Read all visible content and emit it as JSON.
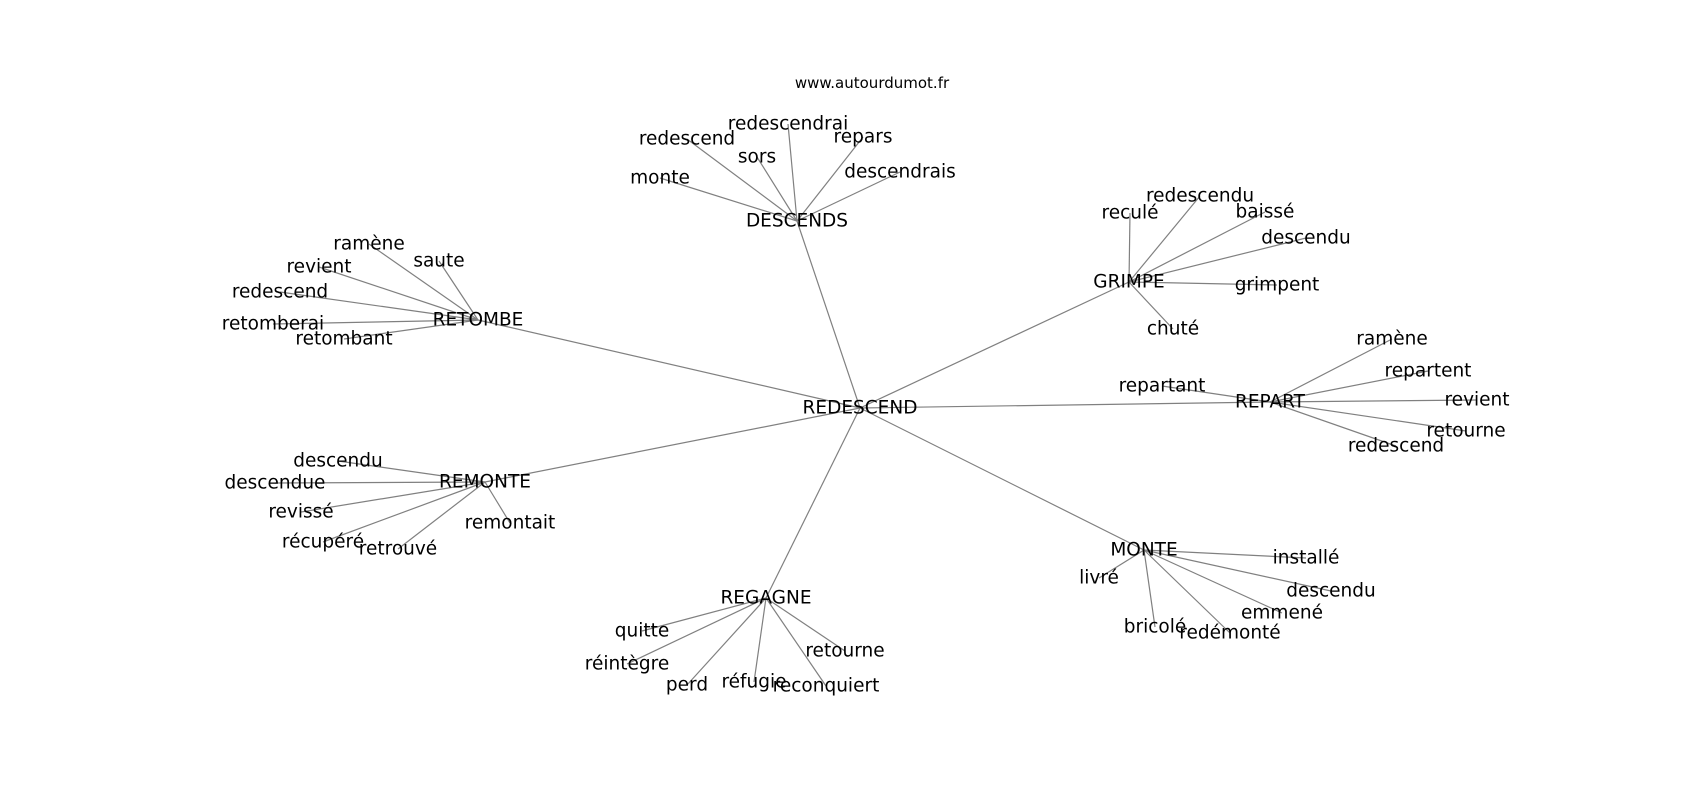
{
  "credit": "www.autourdumot.fr",
  "graph": {
    "center": "REDESCEND",
    "hubs": [
      {
        "label": "DESCENDS",
        "leaves": [
          "redescendrai",
          "redescend",
          "repars",
          "sors",
          "descendrais",
          "monte"
        ]
      },
      {
        "label": "GRIMPE",
        "leaves": [
          "redescendu",
          "reculé",
          "baissé",
          "descendu",
          "grimpent",
          "chuté"
        ]
      },
      {
        "label": "RETOMBE",
        "leaves": [
          "ramène",
          "saute",
          "revient",
          "redescend",
          "retomberai",
          "retombant"
        ]
      },
      {
        "label": "REPART",
        "leaves": [
          "ramène",
          "repartent",
          "repartant",
          "revient",
          "retourne",
          "redescend"
        ]
      },
      {
        "label": "REMONTE",
        "leaves": [
          "descendu",
          "descendue",
          "revissé",
          "remontait",
          "récupéré",
          "retrouvé"
        ]
      },
      {
        "label": "MONTE",
        "leaves": [
          "installé",
          "livré",
          "descendu",
          "emmené",
          "bricolé",
          "redémonté"
        ]
      },
      {
        "label": "REGAGNE",
        "leaves": [
          "quitte",
          "réintègre",
          "retourne",
          "perd",
          "réfugie",
          "reconquiert"
        ]
      }
    ]
  }
}
